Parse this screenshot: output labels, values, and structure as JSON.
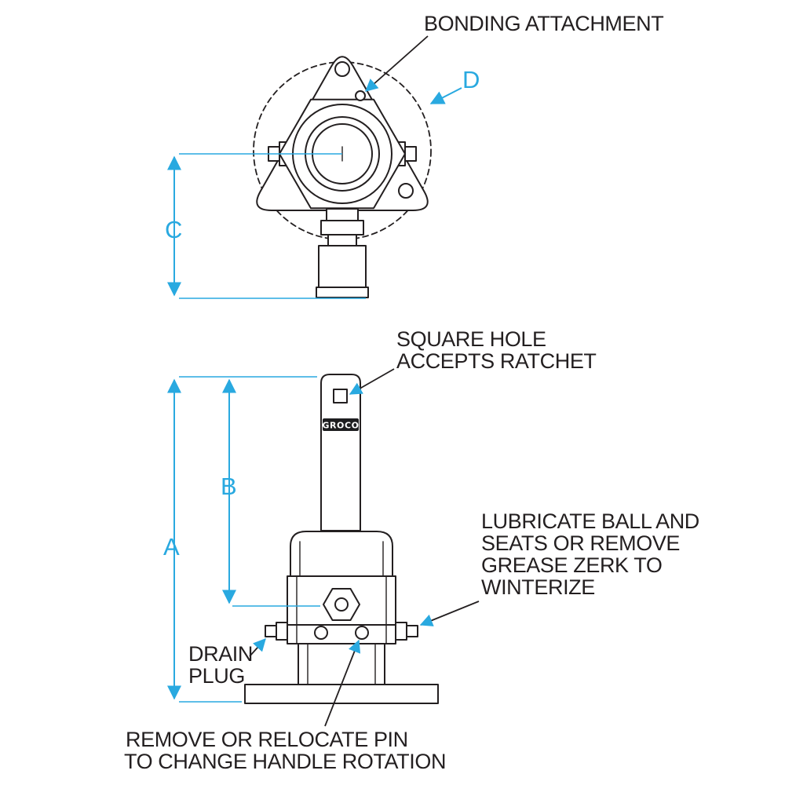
{
  "colors": {
    "accent": "#29A9E0",
    "line": "#231F20",
    "background": "#FFFFFF"
  },
  "brand": "GROCO",
  "dimensions": {
    "a": "A",
    "b": "B",
    "c": "C",
    "d": "D"
  },
  "callouts": {
    "bonding_attachment": "BONDING ATTACHMENT",
    "square_hole": {
      "line1": "SQUARE HOLE",
      "line2": "ACCEPTS RATCHET"
    },
    "lubricate": {
      "line1": "LUBRICATE BALL AND",
      "line2": "SEATS OR REMOVE",
      "line3": "GREASE ZERK TO",
      "line4": "WINTERIZE"
    },
    "drain_plug": {
      "line1": "DRAIN",
      "line2": "PLUG"
    },
    "remove_pin": {
      "line1": "REMOVE OR RELOCATE PIN",
      "line2": "TO CHANGE HANDLE ROTATION"
    }
  }
}
